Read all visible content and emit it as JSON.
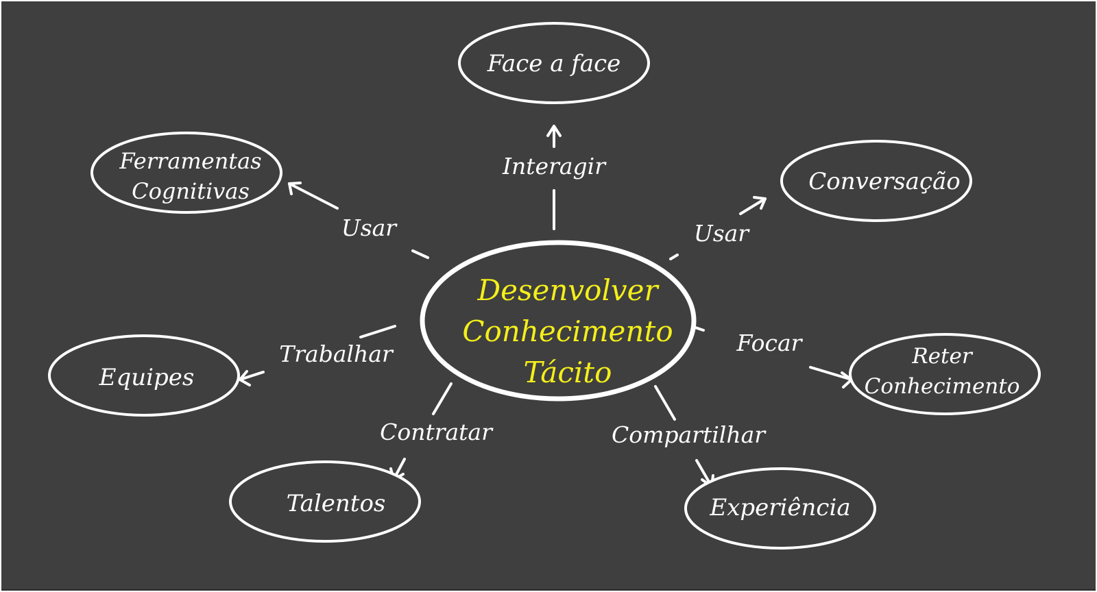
{
  "colors": {
    "background": "#3f3f3f",
    "stroke": "#ffffff",
    "center_text": "#f4ef1a",
    "text": "#ffffff"
  },
  "center": {
    "lines": [
      "Desenvolver",
      "Conhecimento",
      "Tácito"
    ]
  },
  "nodes": {
    "face": {
      "lines": [
        "Face a face"
      ]
    },
    "ferramentas": {
      "lines": [
        "Ferramentas",
        "Cognitivas"
      ]
    },
    "conversacao": {
      "lines": [
        "Conversação"
      ]
    },
    "equipes": {
      "lines": [
        "Equipes"
      ]
    },
    "reter": {
      "lines": [
        "Reter",
        "Conhecimento"
      ]
    },
    "talentos": {
      "lines": [
        "Talentos"
      ]
    },
    "experiencia": {
      "lines": [
        "Experiência"
      ]
    }
  },
  "edges": {
    "interagir": "Interagir",
    "usar_left": "Usar",
    "usar_right": "Usar",
    "trabalhar": "Trabalhar",
    "focar": "Focar",
    "contratar": "Contratar",
    "compartilhar": "Compartilhar"
  }
}
